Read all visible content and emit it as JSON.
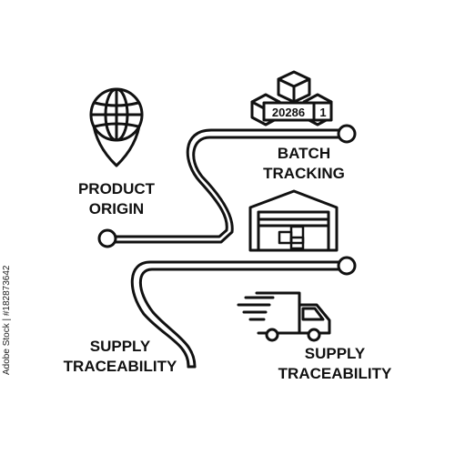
{
  "colors": {
    "ink": "#111111",
    "background": "#ffffff"
  },
  "labels": {
    "product_origin": [
      "PRODUCT",
      "ORIGIN"
    ],
    "batch_tracking": [
      "BATCH",
      "TRACKING"
    ],
    "supply_traceability_left": [
      "SUPPLY",
      "TRACEABILITY"
    ],
    "supply_traceability_right": [
      "SUPPLY",
      "TRACEABILITY"
    ]
  },
  "boxes_label": {
    "left_box": "20286",
    "right_box": "1"
  },
  "stock_id": "Adobe Stock | #182873642",
  "icons": [
    "globe-pin-icon",
    "boxes-icon",
    "warehouse-icon",
    "delivery-truck-icon"
  ]
}
